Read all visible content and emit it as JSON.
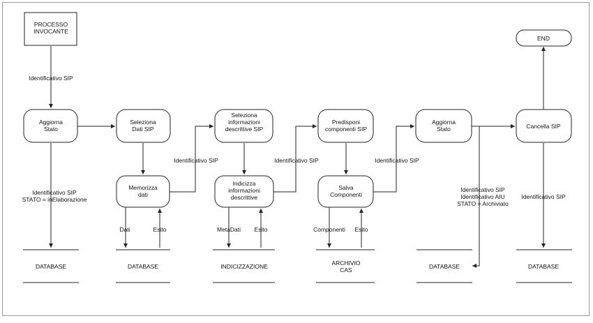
{
  "nodes": {
    "processo_invocante": [
      "PROCESSO",
      "INVOCANTE"
    ],
    "aggiorna_stato_1": [
      "Aggiorna",
      "Stato"
    ],
    "seleziona_dati_sip": [
      "Seleziona",
      "Dati SIP"
    ],
    "memorizza_dati": [
      "Memorizza",
      "dati"
    ],
    "seleziona_info_descrittive": [
      "Seleziona",
      "informazioni",
      "descrittive SIP"
    ],
    "indicizza_info_descrittive": [
      "Indicizza",
      "informazioni",
      "descrittive"
    ],
    "predisponi_componenti": [
      "Predisponi",
      "componenti SIP"
    ],
    "salva_componenti": [
      "Salva",
      "Componenti"
    ],
    "aggiorna_stato_2": [
      "Aggiorna",
      "Stato"
    ],
    "cancella_sip": [
      "Cancella SIP"
    ],
    "end": [
      "END"
    ]
  },
  "stores": {
    "database_1": [
      "DATABASE"
    ],
    "database_2": [
      "DATABASE"
    ],
    "indicizzazione": [
      "INDICIZZAZIONE"
    ],
    "archivio_cas": [
      "ARCHIVIO",
      "CAS"
    ],
    "database_3": [
      "DATABASE"
    ],
    "database_4": [
      "DATABASE"
    ]
  },
  "labels": {
    "id_sip_top": [
      "Identificativo SIP"
    ],
    "id_sip_stato": [
      "Identificativo SIP",
      "STATO = inElaborazione"
    ],
    "dati": [
      "Dati"
    ],
    "esito_1": [
      "Esito"
    ],
    "id_sip_2": [
      "Identificativo SIP"
    ],
    "metadati": [
      "MetaDati"
    ],
    "esito_2": [
      "Esito"
    ],
    "id_sip_3": [
      "Identificativo SIP"
    ],
    "componenti": [
      "Componenti"
    ],
    "esito_3": [
      "Esito"
    ],
    "id_sip_4": [
      "Identificativo SIP"
    ],
    "id_sip_aiu_stato": [
      "Identificativo SIP",
      "Identificativo AIU",
      "STATO = Archiviato"
    ],
    "id_sip_5": [
      "Identificativo SIP"
    ]
  }
}
